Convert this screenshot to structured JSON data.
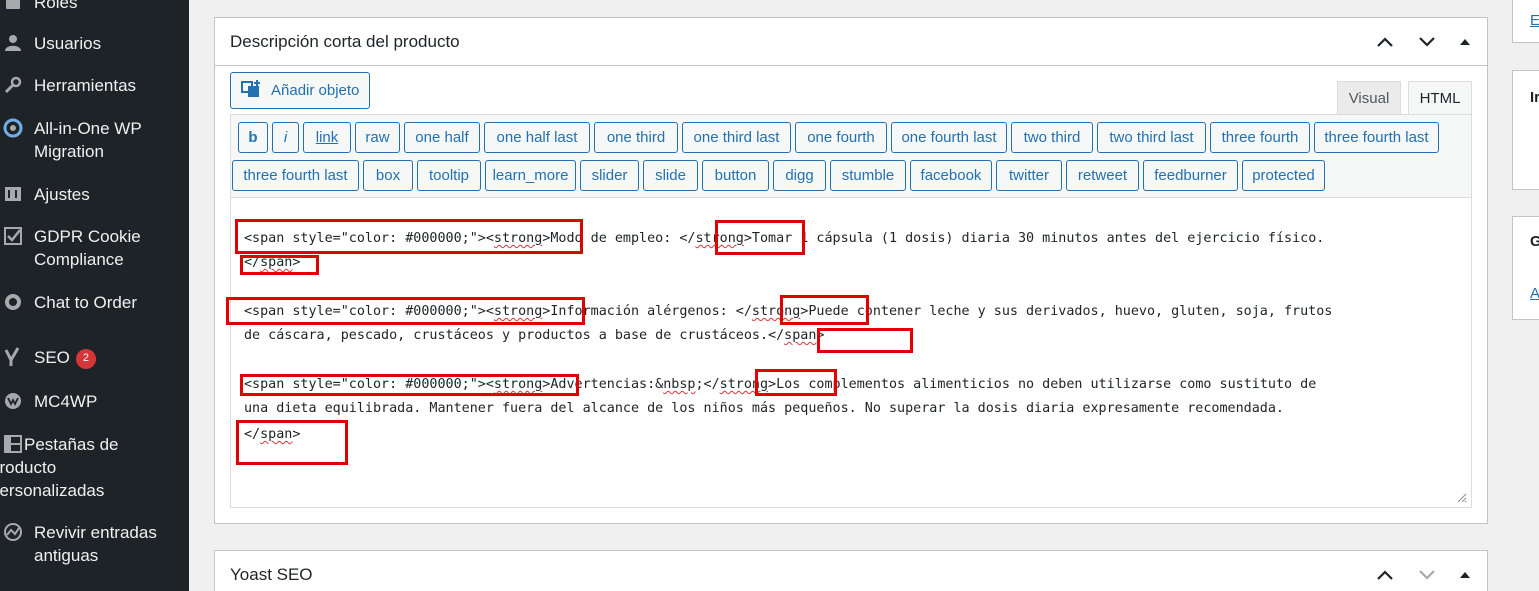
{
  "sidebar": {
    "items": [
      {
        "label": "Roles",
        "icon": "roles-icon"
      },
      {
        "label": "Usuarios",
        "icon": "users-icon"
      },
      {
        "label": "Herramientas",
        "icon": "tools-icon"
      },
      {
        "label": "All-in-One WP Migration",
        "icon": "migration-icon"
      },
      {
        "label": "Ajustes",
        "icon": "settings-icon"
      },
      {
        "label": "GDPR Cookie Compliance",
        "icon": "gdpr-check-icon"
      },
      {
        "label": "Chat to Order",
        "icon": "whatsapp-icon"
      },
      {
        "label": "SEO",
        "icon": "yoast-icon",
        "badge": "2"
      },
      {
        "label": "MC4WP",
        "icon": "mc4wp-icon"
      },
      {
        "label": "Pestañas de producto personalizadas",
        "icon": "tabs-icon"
      },
      {
        "label": "Revivir entradas antiguas",
        "icon": "revive-icon"
      }
    ]
  },
  "metabox": {
    "title": "Descripción corta del producto",
    "add_media": "Añadir objeto",
    "tabs": {
      "visual": "Visual",
      "html": "HTML"
    },
    "quicktags": [
      "b",
      "i",
      "link",
      "raw",
      "one half",
      "one half last",
      "one third",
      "one third last",
      "one fourth",
      "one fourth last",
      "two third",
      "two third last",
      "three fourth",
      "three fourth last",
      "three fourth last",
      "box",
      "tooltip",
      "learn_more",
      "slider",
      "slide",
      "button",
      "digg",
      "stumble",
      "facebook",
      "twitter",
      "retweet",
      "feedburner",
      "protected"
    ],
    "code": {
      "l1_open": "<span style=\"color: #000000;\"><",
      "l1_strong": "strong",
      "l1_text": ">Modo de empleo: </",
      "l1_strong2": "strong",
      "l1_rest": ">Tomar 1 cápsula (1 dosis) diaria 30 minutos antes del ejercicio físico.",
      "l2_a": "</",
      "l2_span": "span",
      "l2_b": ">",
      "l3_open": "<span style=\"color: #000000;\"><",
      "l3_strong": "strong",
      "l3_text": ">Información alérgenos: </",
      "l3_strong2": "strong",
      "l3_rest": ">Puede contener leche y sus derivados, huevo, gluten, soja, frutos",
      "l4_text": "de cáscara, pescado, crustáceos y productos a base de crustáceos.</",
      "l4_span": "span",
      "l4_b": ">",
      "l5_open": "<span style=\"color: #000000;\"><",
      "l5_strong": "strong",
      "l5_text": ">Advertencias:&",
      "l5_nbsp": "nbsp",
      "l5_text2": ";</",
      "l5_strong2": "strong",
      "l5_rest": ">Los complementos alimenticios no deben utilizarse como sustituto de",
      "l6_text": "una dieta equilibrada. Mantener fuera del alcance de los niños más pequeños. No superar la dosis diaria expresamente recomendada.",
      "l7_a": "</",
      "l7_span": "span",
      "l7_b": ">"
    }
  },
  "yoast": {
    "title": "Yoast SEO"
  },
  "right": {
    "r1": "El",
    "r2": "Ir",
    "r3": "G",
    "r4": "A"
  },
  "colors": {
    "sidebar_bg": "#1d2327",
    "accent": "#2271b1",
    "highlight_box": "#e00000",
    "badge": "#d63638"
  }
}
